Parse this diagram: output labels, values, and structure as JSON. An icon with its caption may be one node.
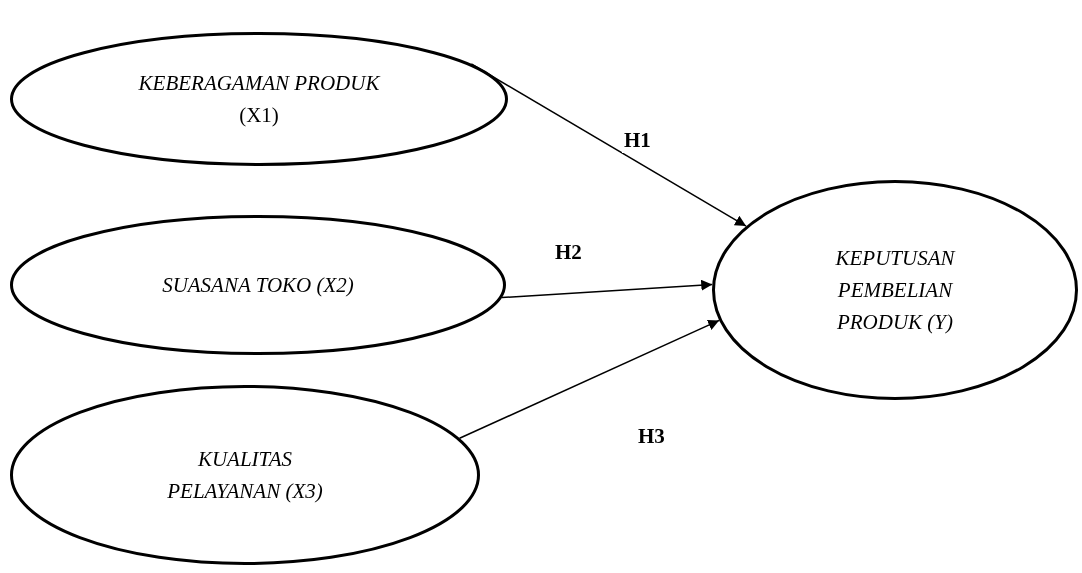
{
  "diagram": {
    "nodes": [
      {
        "text": [
          "*KEBERAGAMAN PRODUK* (X1)"
        ]
      },
      {
        "text": [
          "SUASANA TOKO (X2)"
        ]
      },
      {
        "text": [
          "KUALITAS PELAYANAN (X3)"
        ]
      },
      {
        "text": [
          "KEPUTUSAN PEMBELIAN PRODUK (Y)"
        ]
      }
    ],
    "edges": [
      {
        "from": 0,
        "to": 3,
        "arrow": "to",
        "label": "H1"
      },
      {
        "from": 1,
        "to": 3,
        "arrow": "to",
        "label": "H2"
      },
      {
        "from": 2,
        "to": 3,
        "arrow": "to",
        "label": "H3"
      }
    ]
  }
}
